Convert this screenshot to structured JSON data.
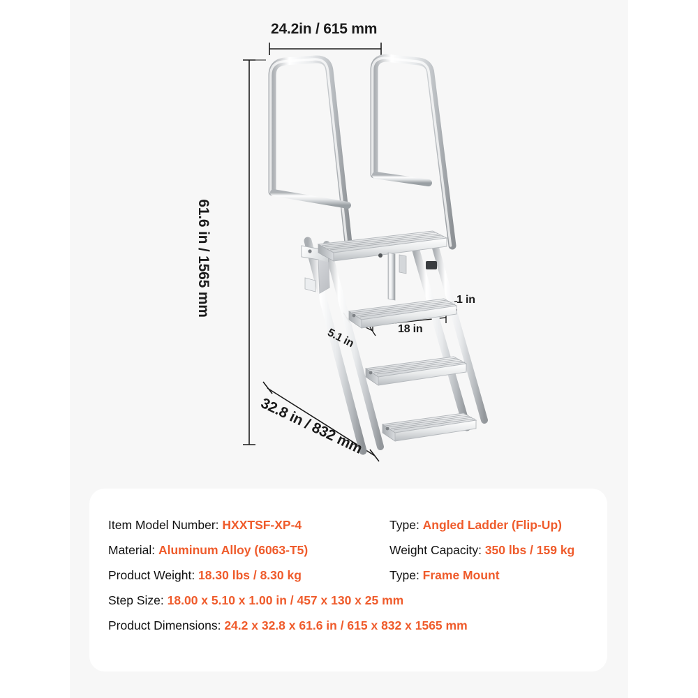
{
  "theme": {
    "accent": "#ef5b2b",
    "text": "#111111",
    "page_bg": "#ffffff",
    "panel_bg": "#f7f7f7",
    "card_bg": "#ffffff",
    "metal_light": "#fdfdfd",
    "metal_mid": "#d6d8da",
    "metal_dark": "#9a9ea2",
    "line": "#1b1b1b"
  },
  "diagram": {
    "alt": "Aluminum flip-up angled dock ladder, 4 steps, with dual handrails",
    "dimensions": {
      "overall_width": "24.2in / 615 mm",
      "overall_height": "61.6 in / 1565 mm",
      "overall_depth": "32.8 in / 832 mm",
      "step_width": "18 in",
      "step_thickness": "1 in",
      "step_depth": "5.1 in"
    }
  },
  "spec_card": {
    "rows": [
      {
        "label": "Item Model Number:",
        "value": "HXXTSF-XP-4"
      },
      {
        "label": "Type:",
        "value": "Angled Ladder (Flip-Up)"
      },
      {
        "label": "Material:",
        "value": "Aluminum Alloy (6063-T5)"
      },
      {
        "label": "Weight Capacity:",
        "value": "350 lbs / 159 kg"
      },
      {
        "label": "Product Weight:",
        "value": "18.30 lbs / 8.30 kg"
      },
      {
        "label": "Type:",
        "value": "Frame Mount"
      },
      {
        "label": "Step Size:",
        "value": "18.00 x 5.10 x 1.00 in / 457 x 130 x 25 mm"
      },
      {
        "label": "Product Dimensions:",
        "value": "24.2 x 32.8 x 61.6 in / 615 x 832 x 1565 mm"
      }
    ]
  }
}
